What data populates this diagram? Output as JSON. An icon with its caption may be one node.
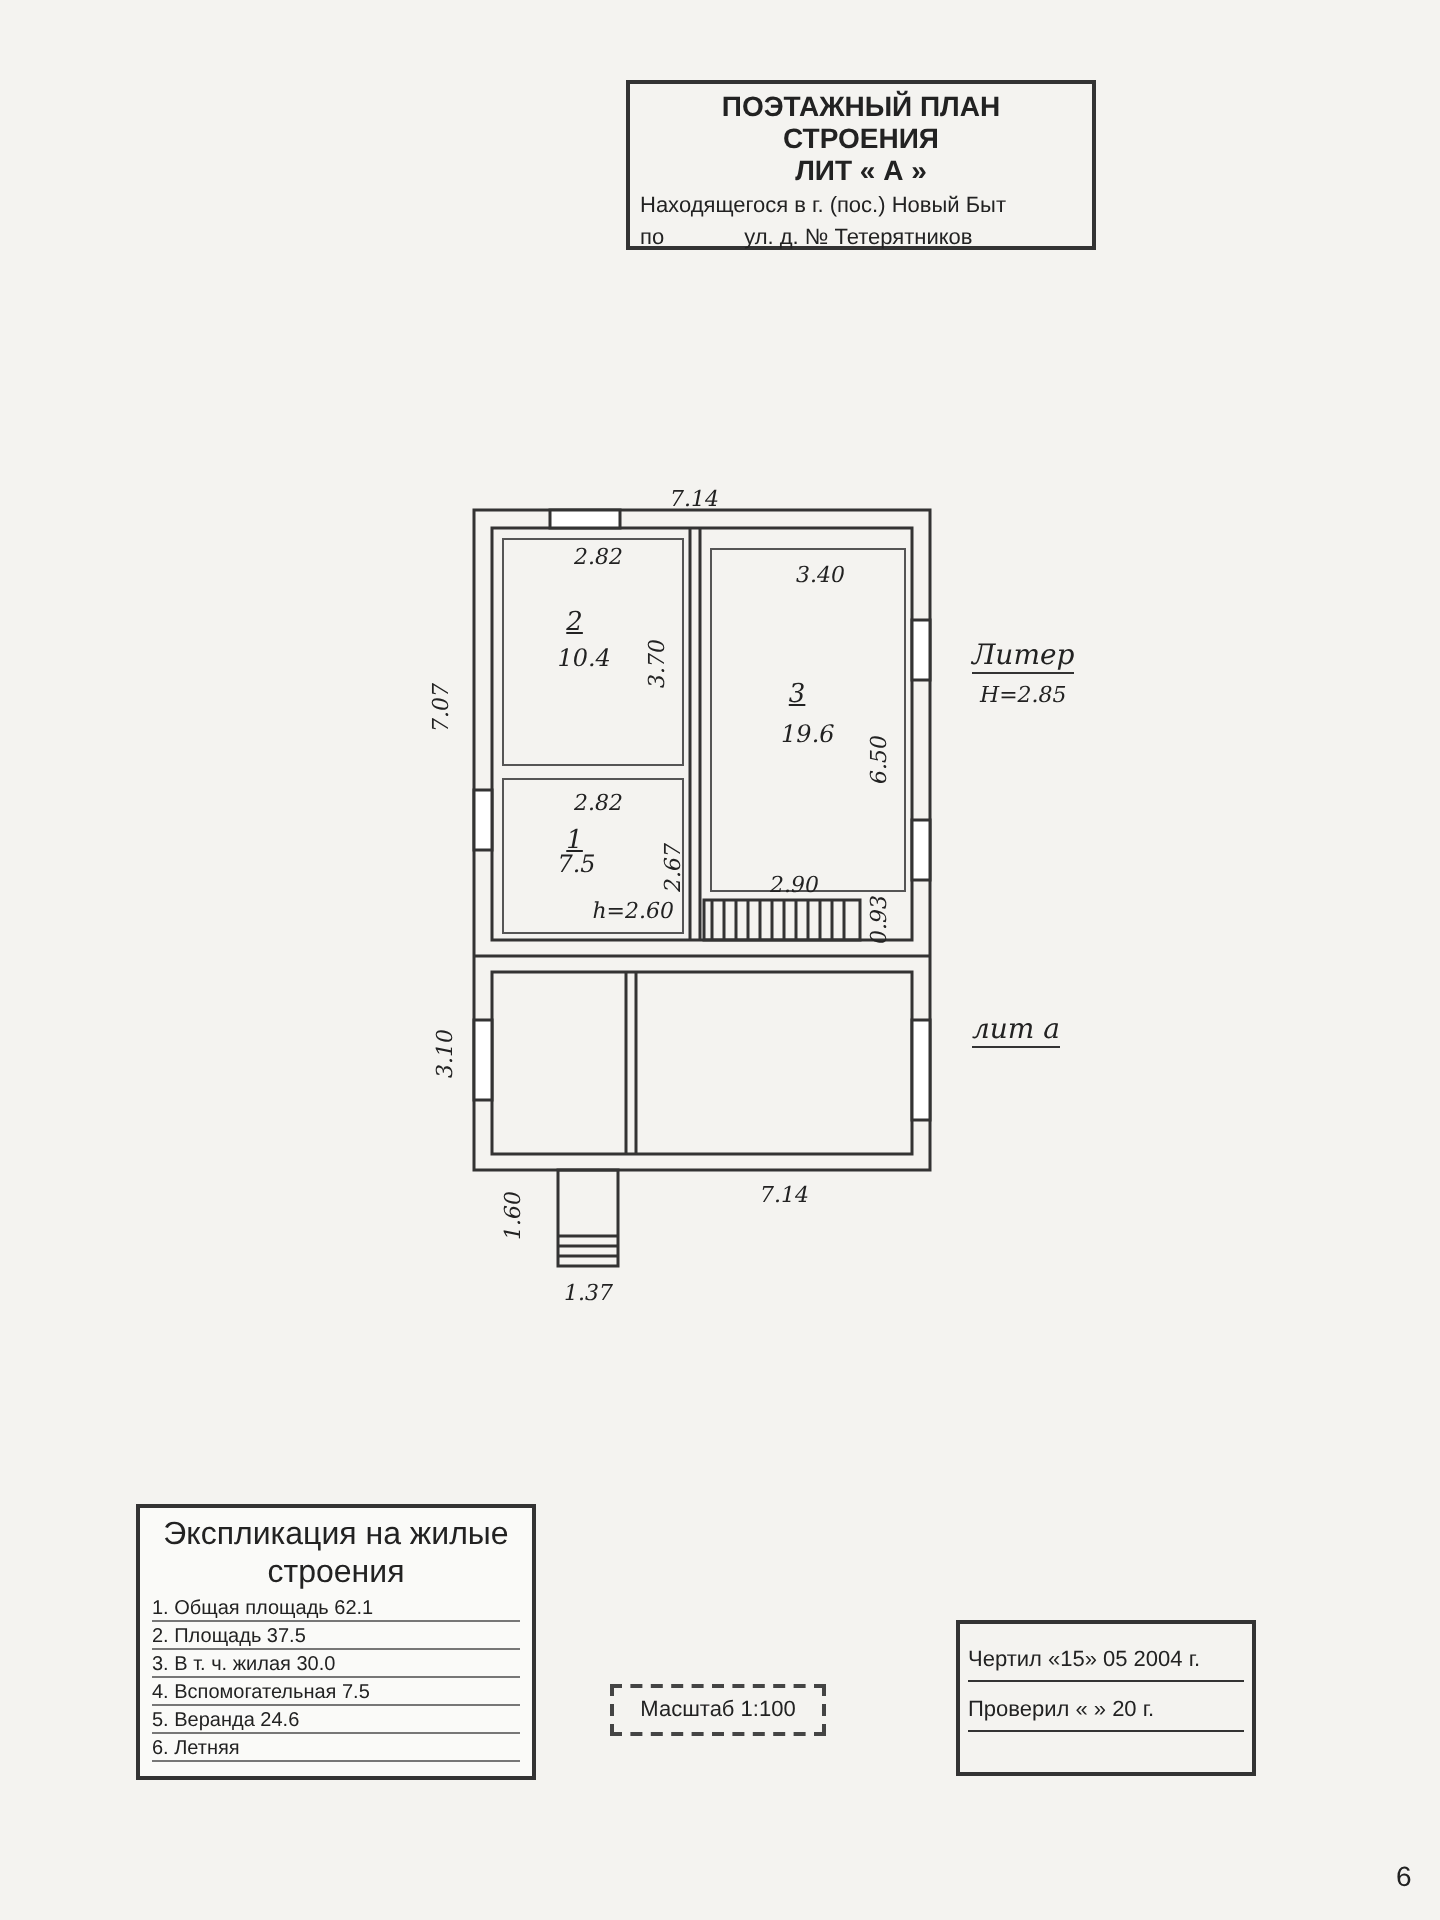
{
  "diagram": {
    "nodes": [
      {
        "text": [
          "ПОЭТАЖНЫЙ ПЛАН СТРОЕНИЯ",
          "ЛИТ « А »",
          "Находящегося в г. (пос.) Новый Быт",
          "по",
          "ул. д. № Тетерятников"
        ]
      },
      {
        "text": [
          "2",
          "10.4"
        ]
      },
      {
        "text": [
          "3",
          "19.6"
        ]
      },
      {
        "text": [
          "1",
          "7.5",
          "h=2.60"
        ]
      },
      {
        "text": [
          "Экспликация на жилые строения",
          "1. Общая площадь 62.1",
          "2. Площадь 37.5",
          "3. В т. ч. жилая 30.0",
          "4. Вспомогательная 7.5",
          "5. Веранда 24.6",
          "6. Летняя"
        ]
      },
      {
        "text": [
          "Масштаб 1:100"
        ]
      },
      {
        "text": [
          "Чертил «15» 05 2004 г.",
          "Проверил « » 20 г."
        ]
      }
    ],
    "labels": [
      "7.14",
      "2.82",
      "3.40",
      "3.70",
      "7.07",
      "Литер",
      "H=2.85",
      "6.50",
      "2.82",
      "2.67",
      "2.90",
      "0.93",
      "лит а",
      "3.10",
      "7.14",
      "1.60",
      "1.37",
      "6"
    ]
  }
}
